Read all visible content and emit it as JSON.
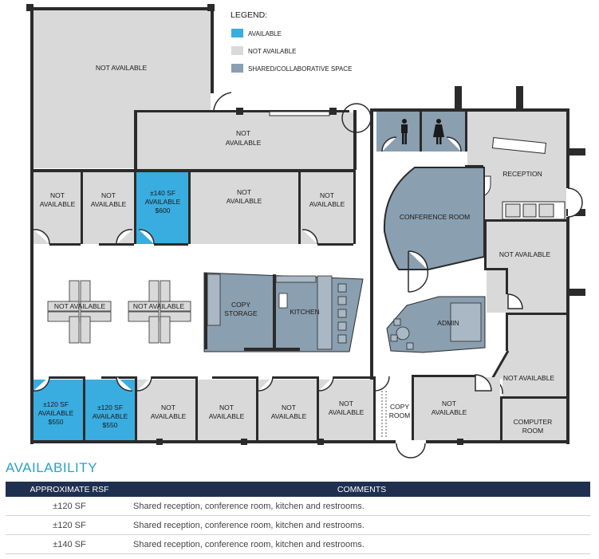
{
  "legend": {
    "title": "LEGEND:",
    "items": [
      {
        "label": "AVAILABLE",
        "color": "#3aade0"
      },
      {
        "label": "NOT AVAILABLE",
        "color": "#d9d9d9"
      },
      {
        "label": "SHARED/COLLABORATIVE SPACE",
        "color": "#8a9fb0"
      }
    ]
  },
  "rooms": {
    "top_left": "NOT AVAILABLE",
    "top_mid_1": "NOT",
    "top_mid_2": "AVAILABLE",
    "r1_1": "NOT",
    "r1_2": "AVAILABLE",
    "r2_1": "NOT",
    "r2_2": "AVAILABLE",
    "avail140_1": "±140 SF",
    "avail140_2": "AVAILABLE",
    "avail140_3": "$600",
    "r4_1": "NOT",
    "r4_2": "AVAILABLE",
    "r5_1": "NOT",
    "r5_2": "AVAILABLE",
    "conference": "CONFERENCE ROOM",
    "reception": "RECEPTION",
    "na_right_1": "NOT AVAILABLE",
    "na_right_2": "NOT AVAILABLE",
    "computer_1": "COMPUTER",
    "computer_2": "ROOM",
    "ws1": "NOT AVAILABLE",
    "ws2": "NOT AVAILABLE",
    "copy_storage_1": "COPY",
    "copy_storage_2": "STORAGE",
    "kitchen": "KITCHEN",
    "admin": "ADMIN",
    "avail120a_1": "±120 SF",
    "avail120a_2": "AVAILABLE",
    "avail120a_3": "$550",
    "avail120b_1": "±120 SF",
    "avail120b_2": "AVAILABLE",
    "avail120b_3": "$550",
    "b1_1": "NOT",
    "b1_2": "AVAILABLE",
    "b2_1": "NOT",
    "b2_2": "AVAILABLE",
    "b3_1": "NOT",
    "b3_2": "AVAILABLE",
    "b4_1": "NOT",
    "b4_2": "AVAILABLE",
    "copy_room_1": "COPY",
    "copy_room_2": "ROOM",
    "b5_1": "NOT",
    "b5_2": "AVAILABLE"
  },
  "availability": {
    "title": "AVAILABILITY",
    "headers": [
      "APPROXIMATE RSF",
      "COMMENTS"
    ],
    "rows": [
      {
        "sf": "±120 SF",
        "comment": "Shared reception, conference room, kitchen and restrooms."
      },
      {
        "sf": "±120 SF",
        "comment": "Shared reception, conference room, kitchen and restrooms."
      },
      {
        "sf": "±140 SF",
        "comment": "Shared reception, conference room, kitchen and restrooms."
      }
    ]
  }
}
